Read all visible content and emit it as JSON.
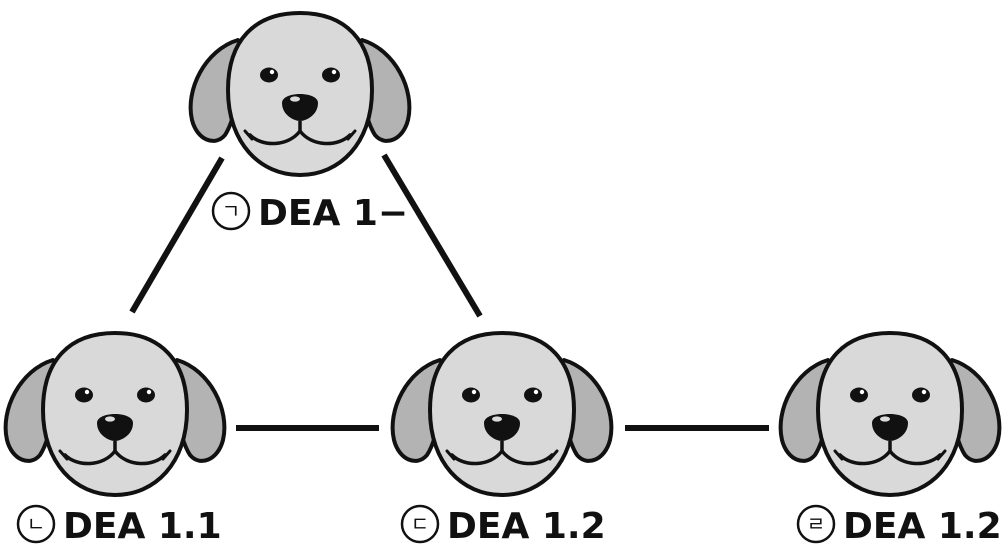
{
  "colors": {
    "outline": "#111111",
    "face": "#d9d9d9",
    "ear": "#b3b3b3",
    "nose": "#111111",
    "background": "#ffffff"
  },
  "nodes": [
    {
      "id": "n1",
      "marker": "ㄱ",
      "label": "DEA 1−"
    },
    {
      "id": "n2",
      "marker": "ㄴ",
      "label": "DEA 1.1"
    },
    {
      "id": "n3",
      "marker": "ㄷ",
      "label": "DEA 1.2"
    },
    {
      "id": "n4",
      "marker": "ㄹ",
      "label": "DEA 1.2"
    }
  ],
  "edges": [
    {
      "from": "n1",
      "to": "n2"
    },
    {
      "from": "n1",
      "to": "n3"
    },
    {
      "from": "n2",
      "to": "n3"
    },
    {
      "from": "n3",
      "to": "n4"
    }
  ]
}
